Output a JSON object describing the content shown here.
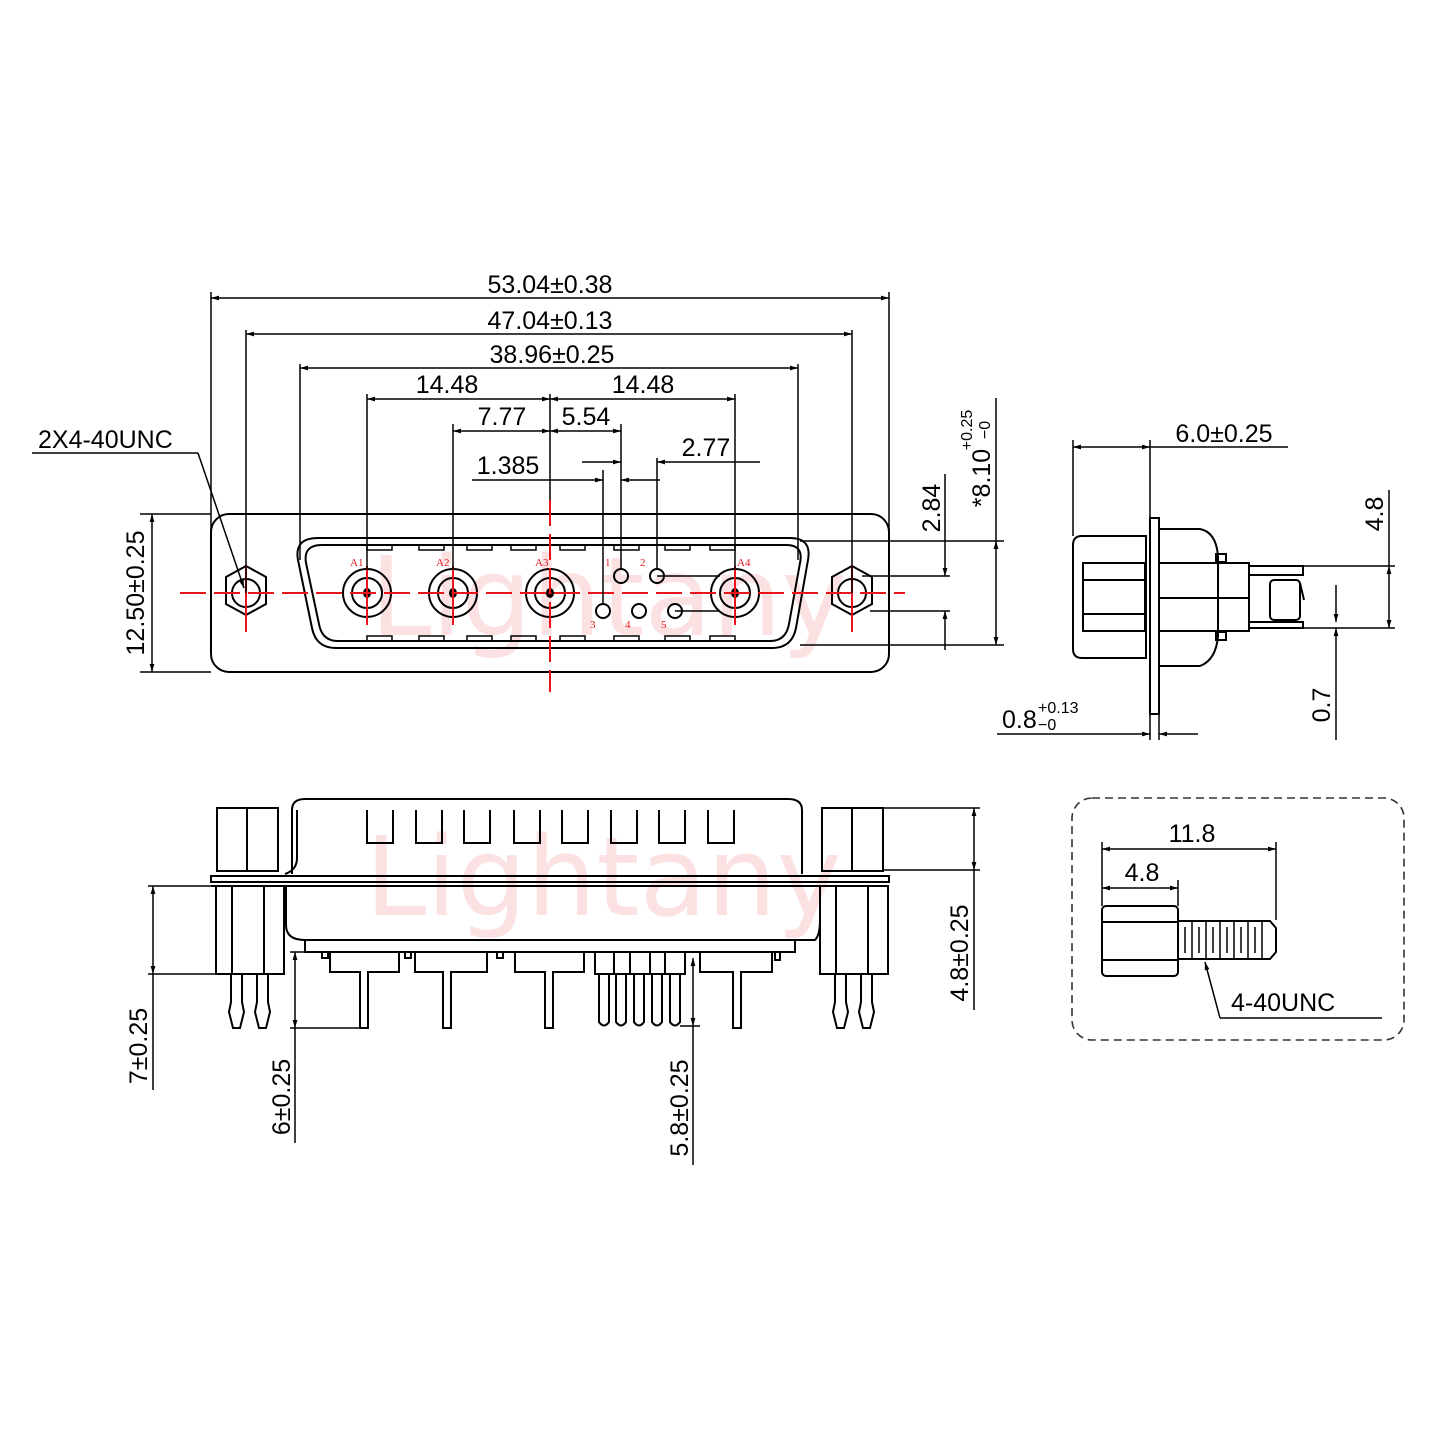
{
  "drawing": {
    "title": "D-Sub combo connector (5W5 style) mechanical drawing",
    "watermark": "Lightany",
    "colors": {
      "line": "#000000",
      "centerline": "#e8141c",
      "watermark": "#f8caca",
      "background": "#ffffff"
    }
  },
  "front_view": {
    "callout_thread": "2X4-40UNC",
    "dimensions": {
      "overall_width": "53.04±0.38",
      "mounting_hole_spacing": "47.04±0.13",
      "shell_width": "38.96±0.25",
      "a1_to_a3": "14.48",
      "a3_to_a4": "14.48",
      "a2_to_a3": "7.77",
      "a3_to_pin2": "5.54",
      "pin_pitch_half": "1.385",
      "pin_pitch": "2.77",
      "flange_height": "12.50±0.25",
      "row_spacing": "2.84",
      "shell_height_main": "*8.10",
      "shell_height_tol": "+0.25\n−0"
    },
    "pin_labels": {
      "power": [
        "A1",
        "A2",
        "A3",
        "A4"
      ],
      "signal": [
        "1",
        "2",
        "3",
        "4",
        "5"
      ]
    }
  },
  "side_view": {
    "dimensions": {
      "depth": "6.0±0.25",
      "pin_row_spacing": "4.8",
      "pin_offset": "0.7",
      "flange_thickness_main": "0.8",
      "flange_thickness_tol_upper": "+0.13",
      "flange_thickness_tol_lower": "−0"
    }
  },
  "bottom_view": {
    "dimensions": {
      "standoff_tail": "7±0.25",
      "power_pin_length": "6±0.25",
      "signal_pin_length": "5.8±0.25",
      "screw_height": "4.8±0.25"
    }
  },
  "detail_screw": {
    "overall_length": "11.8",
    "hex_length": "4.8",
    "thread": "4-40UNC"
  }
}
